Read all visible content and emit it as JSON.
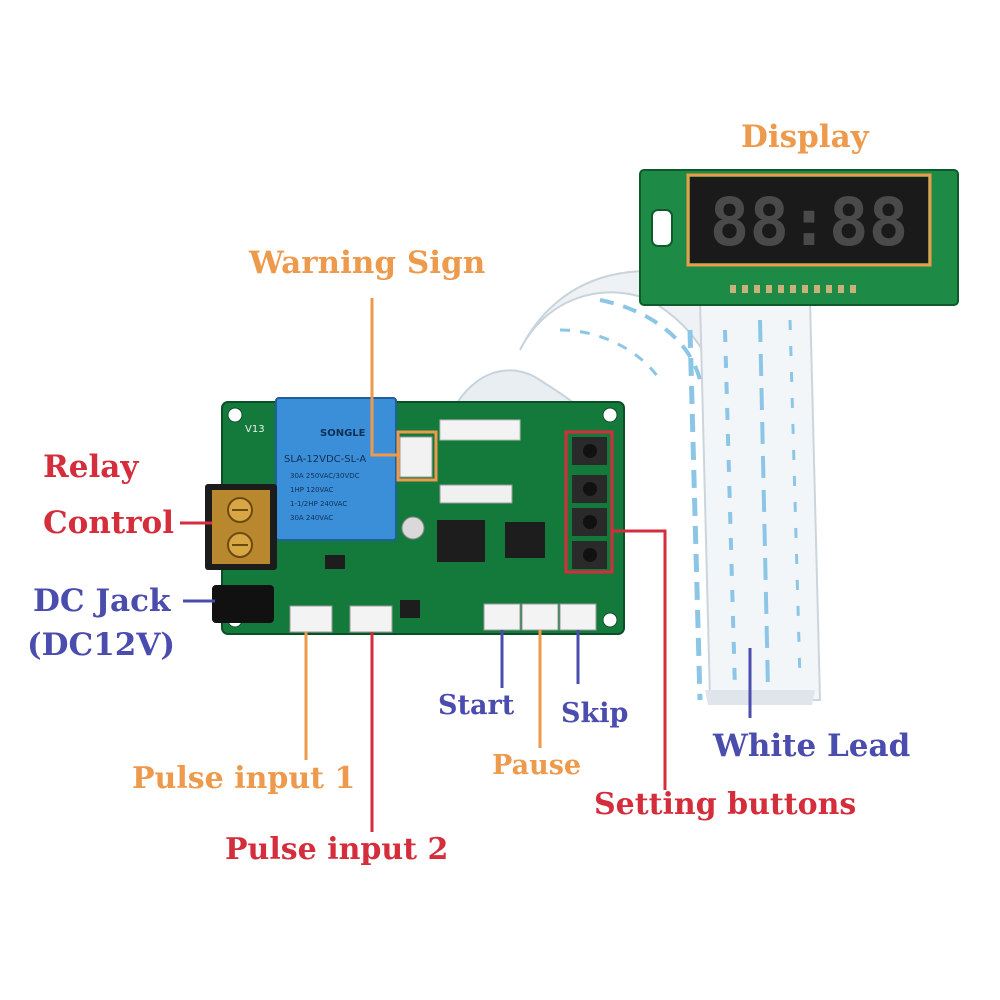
{
  "labels": {
    "display": "Display",
    "warning_sign": "Warning Sign",
    "relay_control_1": "Relay",
    "relay_control_2": "Control",
    "dc_jack_1": "DC Jack",
    "dc_jack_2": "(DC12V)",
    "pulse_input_1": "Pulse input 1",
    "pulse_input_2": "Pulse input 2",
    "start": "Start",
    "pause": "Pause",
    "skip": "Skip",
    "setting_buttons": "Setting buttons",
    "white_lead": "White Lead"
  },
  "relay": {
    "brand": "SONGLE",
    "model": "SLA-12VDC-SL-A",
    "spec_1": "30A 250VAC/30VDC",
    "spec_2": "1HP 120VAC",
    "spec_3": "1-1/2HP 240VAC",
    "spec_4": "30A 240VAC"
  },
  "board": {
    "version": "V13"
  },
  "display": {
    "digits": "88:88"
  },
  "colors": {
    "orange": "#ee9a4c",
    "red": "#d42e3c",
    "blue": "#4a4cae",
    "pcb": "#147a3c",
    "relay": "#3b8fd8"
  }
}
